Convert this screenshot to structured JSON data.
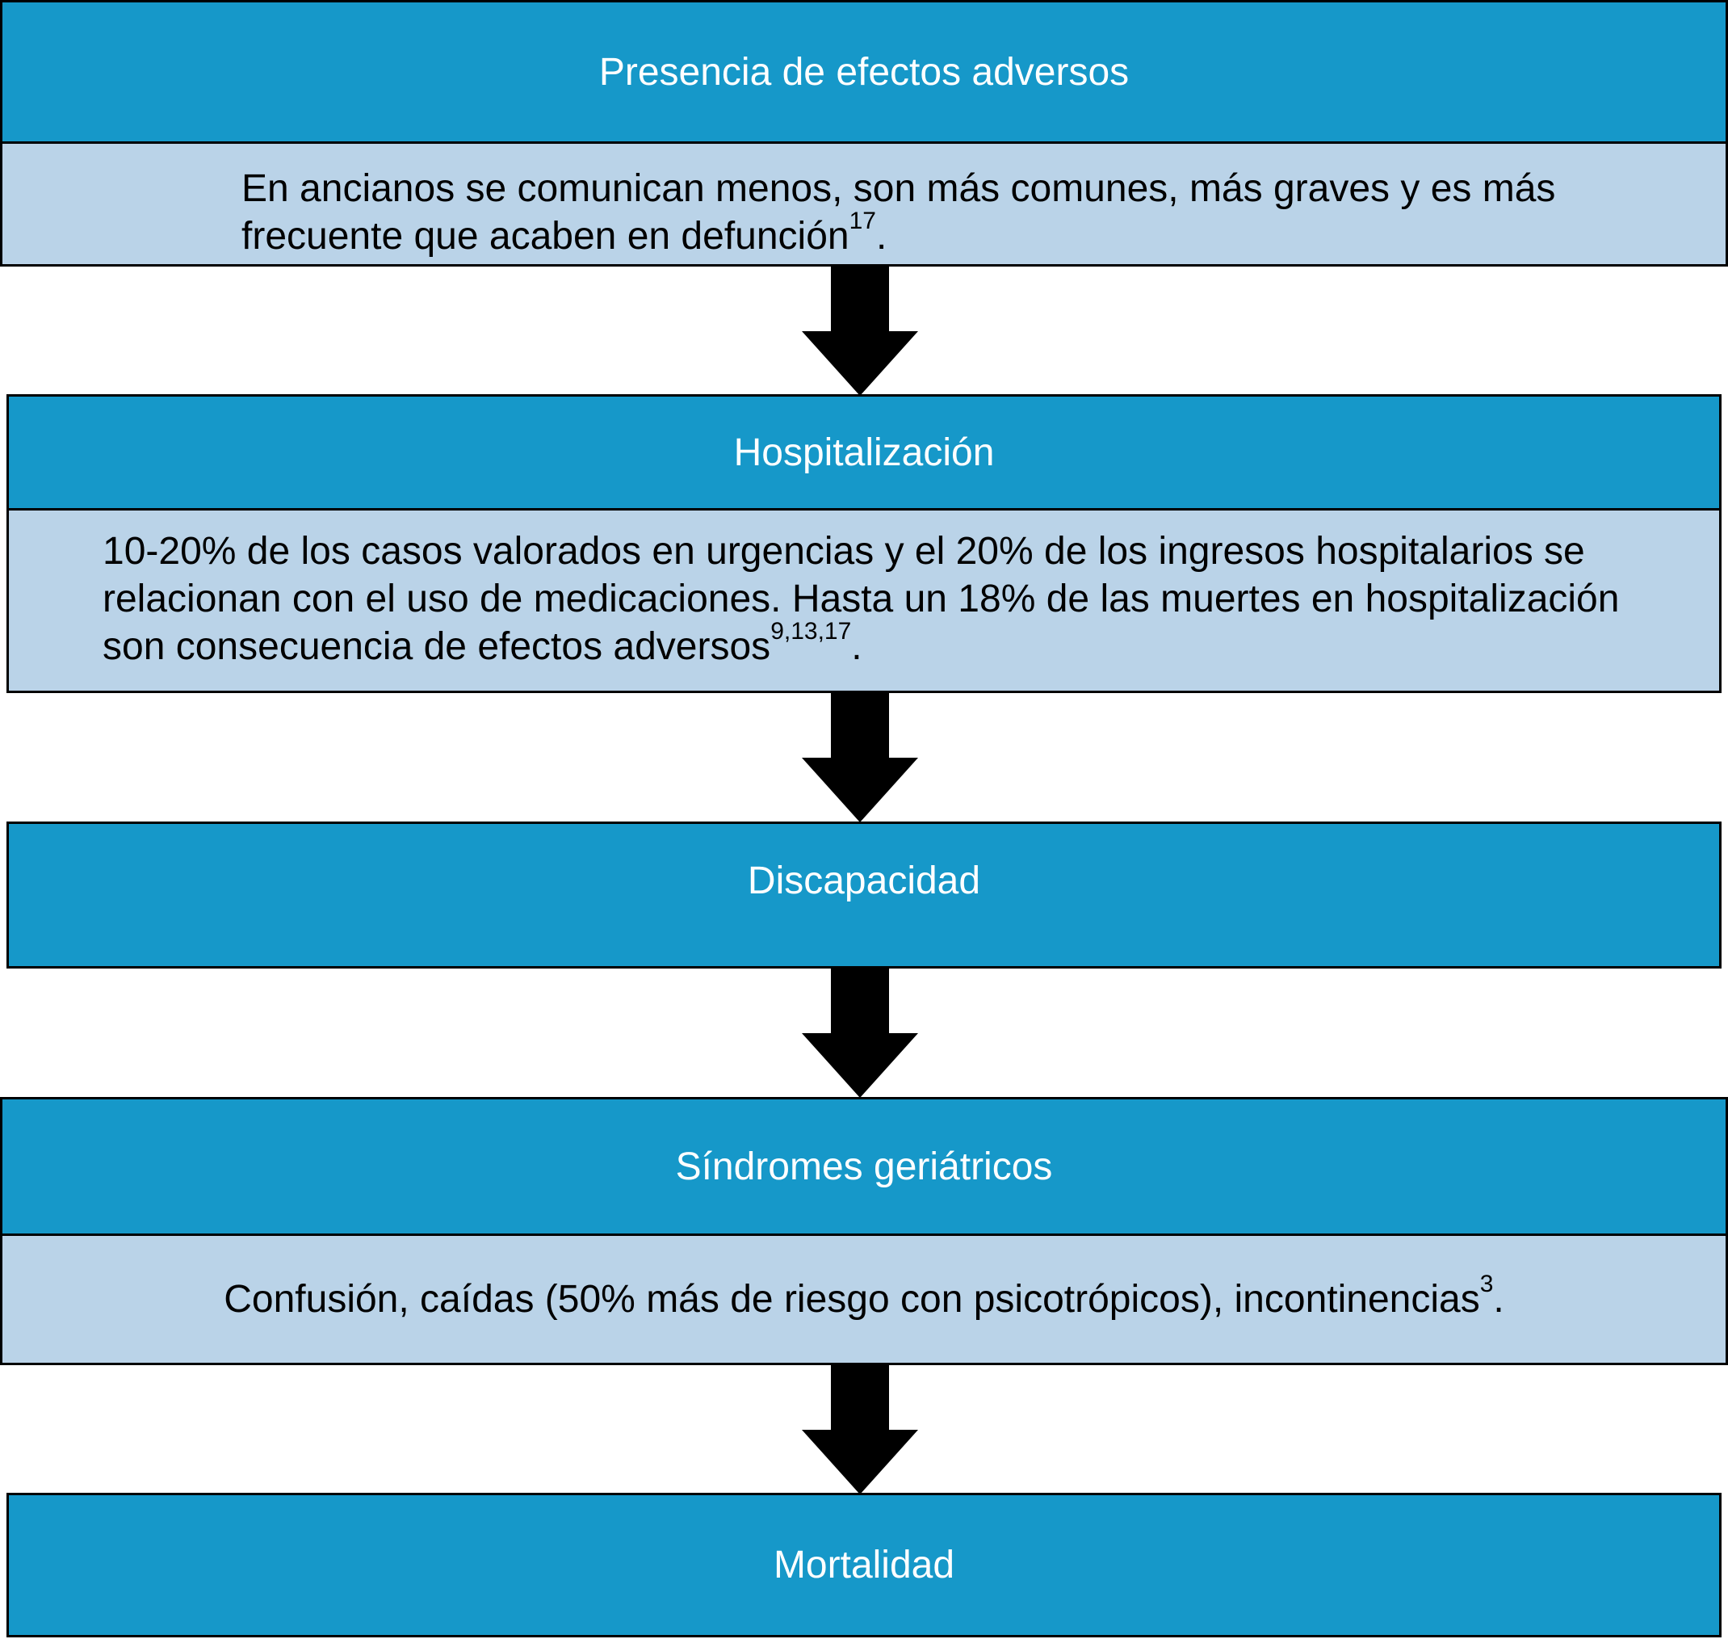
{
  "colors": {
    "header_fill": "#1698c9",
    "body_fill": "#bad3e8",
    "border": "#000000",
    "arrow": "#000000",
    "header_text": "#ffffff"
  },
  "steps": [
    {
      "title": "Presencia de efectos adversos",
      "text": "En ancianos se comunican menos, son más comunes, más graves y es más frecuente que acaben en defunción",
      "ref": "17",
      "end": "."
    },
    {
      "title": "Hospitalización",
      "text": "10-20% de los casos valorados en urgencias y el 20% de los ingresos hospitalarios se relacionan con el uso de medicaciones. Hasta un 18% de las muertes en hospitalización son consecuencia de efectos adversos",
      "ref": "9,13,17",
      "end": "."
    },
    {
      "title": "Discapacidad"
    },
    {
      "title": "Síndromes geriátricos",
      "text": "Confusión, caídas (50% más de riesgo con psicotrópicos), incontinencias",
      "ref": "3",
      "end": "."
    },
    {
      "title": "Mortalidad"
    }
  ]
}
